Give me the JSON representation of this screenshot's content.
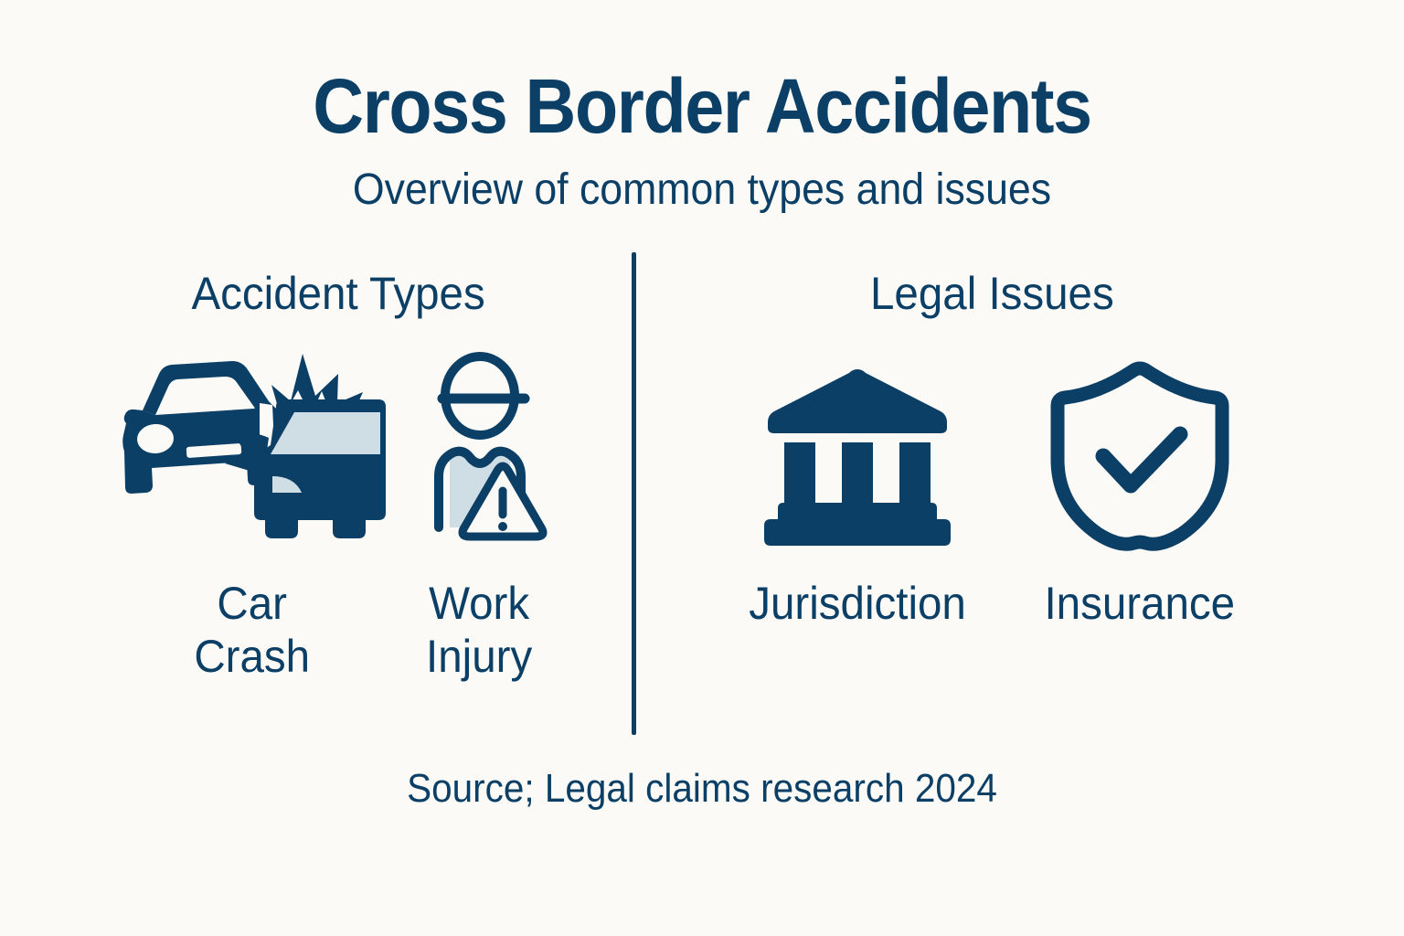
{
  "header": {
    "title": "Cross Border Accidents",
    "subtitle": "Overview of common types and issues"
  },
  "panels": [
    {
      "heading": "Accident Types",
      "items": [
        {
          "label": "Car\nCrash",
          "icon": "car-crash-icon"
        },
        {
          "label": "Work\nInjury",
          "icon": "worker-injury-icon"
        }
      ]
    },
    {
      "heading": "Legal Issues",
      "items": [
        {
          "label": "Jurisdiction",
          "icon": "courthouse-icon"
        },
        {
          "label": "Insurance",
          "icon": "shield-check-icon"
        }
      ]
    }
  ],
  "footer": {
    "source": "Source; Legal claims research 2024"
  },
  "colors": {
    "background": "#FBFAF7",
    "primary": "#0B3F66",
    "accent_light": "#CFDEE5"
  }
}
